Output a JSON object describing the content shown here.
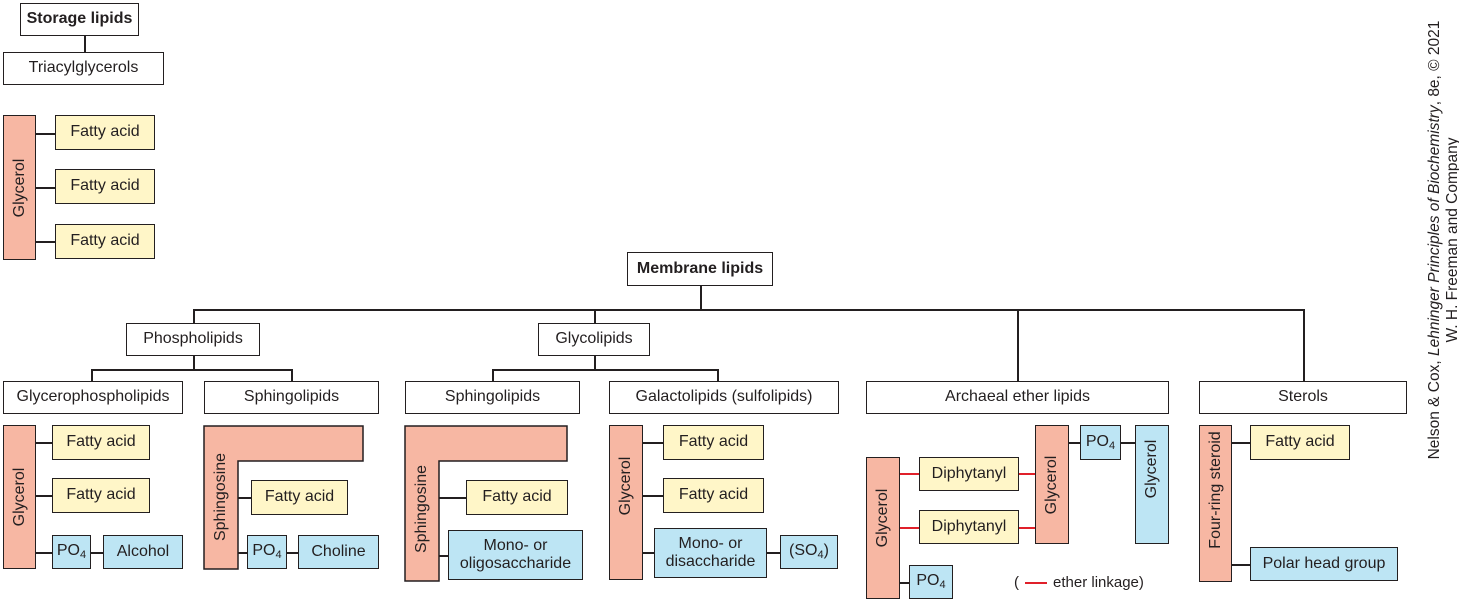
{
  "storage": {
    "title": "Storage lipids",
    "triacylglycerols": "Triacylglycerols",
    "glycerol": "Glycerol",
    "fatty_acids": [
      "Fatty acid",
      "Fatty acid",
      "Fatty acid"
    ]
  },
  "membrane": {
    "title": "Membrane lipids",
    "phospholipids": "Phospholipids",
    "glycolipids": "Glycolipids",
    "glycerophospholipids": {
      "label": "Glycerophospholipids",
      "backbone": "Glycerol",
      "fatty_acids": [
        "Fatty acid",
        "Fatty acid"
      ],
      "po4": "PO",
      "po4_sub": "4",
      "head": "Alcohol"
    },
    "phospho_sphingolipids": {
      "label": "Sphingolipids",
      "backbone": "Sphingosine",
      "fatty_acid": "Fatty acid",
      "po4": "PO",
      "po4_sub": "4",
      "head": "Choline"
    },
    "glyco_sphingolipids": {
      "label": "Sphingolipids",
      "backbone": "Sphingosine",
      "fatty_acid": "Fatty acid",
      "head_line1": "Mono- or",
      "head_line2": "oligosaccharide"
    },
    "galactolipids": {
      "label": "Galactolipids (sulfolipids)",
      "backbone": "Glycerol",
      "fatty_acids": [
        "Fatty acid",
        "Fatty acid"
      ],
      "head_line1": "Mono- or",
      "head_line2": "disaccharide",
      "so4_open": "(SO",
      "so4_sub": "4",
      "so4_close": ")"
    },
    "archaeal": {
      "label": "Archaeal ether lipids",
      "backbone_left": "Glycerol",
      "chains": [
        "Diphytanyl",
        "Diphytanyl"
      ],
      "backbone_right": "Glycerol",
      "po4_top": "PO",
      "po4_top_sub": "4",
      "glycerol_head": "Glycerol",
      "po4_bottom": "PO",
      "po4_bottom_sub": "4",
      "legend_open": "(",
      "legend_text": "ether linkage)"
    },
    "sterols": {
      "label": "Sterols",
      "backbone": "Four-ring steroid",
      "fatty_acid": "Fatty acid",
      "head": "Polar head group"
    }
  },
  "credit": {
    "line1_a": "Nelson & Cox, ",
    "line1_b": "Lehninger Principles of Biochemistry",
    "line1_c": ", 8e, © 2021",
    "line2": "W. H. Freeman and Company"
  },
  "colors": {
    "backbone": "#f7b7a3",
    "chain": "#fff6c8",
    "head": "#bde5f4",
    "ether_linkage": "#e0202a"
  }
}
